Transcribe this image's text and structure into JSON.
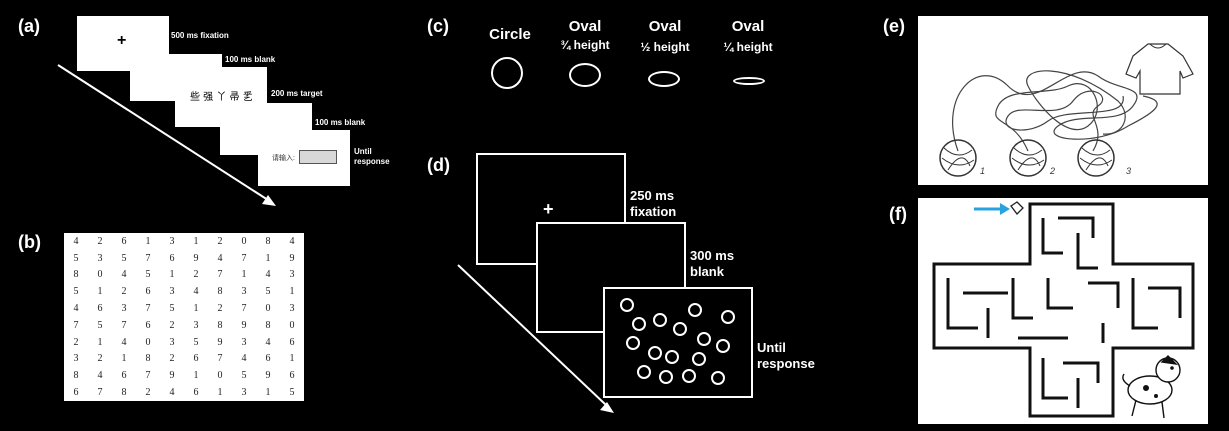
{
  "panels": {
    "a": {
      "label": "(a)",
      "fixation": "500 ms  fixation",
      "blank1": "100 ms  blank",
      "target": "200 ms  target",
      "blank2": "100 ms  blank",
      "until": "Until",
      "response": "response",
      "cross": "+",
      "target_glyphs": "些 强 丫 帚 乯",
      "input_prompt": "请输入:"
    },
    "b": {
      "label": "(b)",
      "rows": [
        [
          4,
          2,
          6,
          1,
          3,
          1,
          2,
          0,
          8,
          4
        ],
        [
          5,
          3,
          5,
          7,
          6,
          9,
          4,
          7,
          1,
          9
        ],
        [
          8,
          0,
          4,
          5,
          1,
          2,
          7,
          1,
          4,
          3
        ],
        [
          5,
          1,
          2,
          6,
          3,
          4,
          8,
          3,
          5,
          1
        ],
        [
          4,
          6,
          3,
          7,
          5,
          1,
          2,
          7,
          0,
          3
        ],
        [
          7,
          5,
          7,
          6,
          2,
          3,
          8,
          9,
          8,
          0
        ],
        [
          2,
          1,
          4,
          0,
          3,
          5,
          9,
          3,
          4,
          6
        ],
        [
          3,
          2,
          1,
          8,
          2,
          6,
          7,
          4,
          6,
          1
        ],
        [
          8,
          4,
          6,
          7,
          9,
          1,
          0,
          5,
          9,
          6
        ],
        [
          6,
          7,
          8,
          2,
          4,
          6,
          1,
          3,
          1,
          5
        ]
      ]
    },
    "c": {
      "label": "(c)",
      "circle": "Circle",
      "oval1_title": "Oval",
      "oval1_sub": "¾ height",
      "oval2_title": "Oval",
      "oval2_sub": "½ height",
      "oval3_title": "Oval",
      "oval3_sub": "¼ height"
    },
    "d": {
      "label": "(d)",
      "fix_ms": "250 ms",
      "fix_word": "fixation",
      "blank_ms": "300 ms",
      "blank_word": "blank",
      "until": "Until",
      "response": "response",
      "cross": "+"
    },
    "e": {
      "label": "(e)",
      "n1": "1",
      "n2": "2",
      "n3": "3"
    },
    "f": {
      "label": "(f)"
    }
  }
}
